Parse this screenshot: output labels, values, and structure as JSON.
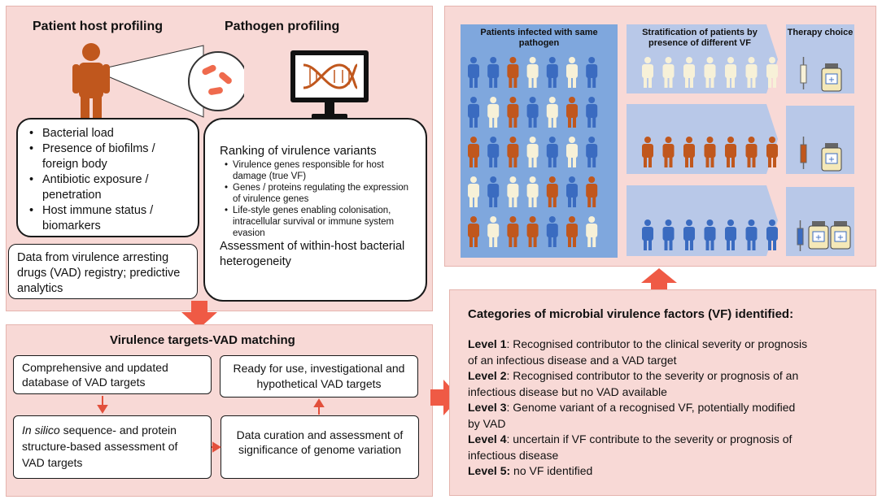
{
  "left_panel": {
    "patient_heading": "Patient host profiling",
    "pathogen_heading": "Pathogen profiling",
    "host_items": [
      "Bacterial load",
      "Presence of biofilms / foreign body",
      "Antibiotic exposure / penetration",
      "Host immune status / biomarkers"
    ],
    "vad_data_text": "Data from virulence arresting drugs (VAD) registry; predictive analytics",
    "ranking_title": "Ranking of virulence variants",
    "ranking_items": [
      "Virulence genes responsible for host damage (true VF)",
      "Genes / proteins regulating the expression of virulence genes",
      "Life-style genes enabling colonisation, intracellular survival or immune system evasion"
    ],
    "assessment_text": "Assessment  of within-host bacterial heterogeneity"
  },
  "matching_panel": {
    "title": "Virulence targets-VAD matching",
    "box_database": "Comprehensive and updated database of VAD targets",
    "box_insilico_italic": "In silico",
    "box_insilico_rest": " sequence- and protein structure-based assessment of VAD targets",
    "box_curation": "Data curation and assessment of significance of genome variation",
    "box_ready": "Ready for use, investigational and hypothetical VAD targets"
  },
  "right_panel": {
    "col1_title": "Patients infected with same pathogen",
    "col2_title": "Stratification of patients by presence of different VF",
    "col3_title": "Therapy choice",
    "grid_colors": [
      [
        "blue",
        "blue",
        "orange",
        "cream",
        "blue",
        "cream",
        "blue"
      ],
      [
        "blue",
        "cream",
        "orange",
        "blue",
        "cream",
        "orange",
        "blue"
      ],
      [
        "orange",
        "blue",
        "orange",
        "cream",
        "blue",
        "cream",
        "blue"
      ],
      [
        "cream",
        "blue",
        "cream",
        "cream",
        "orange",
        "blue",
        "orange"
      ],
      [
        "orange",
        "cream",
        "orange",
        "orange",
        "blue",
        "orange",
        "cream"
      ]
    ],
    "strata_colors": [
      "cream",
      "orange",
      "blue"
    ]
  },
  "categories_panel": {
    "title": "Categories of microbial virulence factors (VF) identified:",
    "levels": [
      {
        "label": "Level 1",
        "text": ": Recognised contributor to the clinical severity or prognosis",
        "text2": "of an infectious disease and a VAD target"
      },
      {
        "label": "Level 2",
        "text": ": Recognised contributor to the severity or prognosis of an",
        "text2": "infectious disease but no VAD available"
      },
      {
        "label": "Level 3",
        "text": ": Genome variant of a recognised VF, potentially modified",
        "text2": "by VAD"
      },
      {
        "label": "Level 4",
        "text": ": uncertain if VF contribute to the severity or prognosis of",
        "text2": "infectious disease"
      },
      {
        "label": "Level 5:",
        "text": " no VF identified",
        "text2": ""
      }
    ]
  },
  "colors": {
    "panel_pink": "#f8d9d6",
    "arrow_red": "#ef5a45",
    "figure_blue": "#3a6bc0",
    "figure_orange": "#c0571d",
    "figure_cream": "#f7f1d8",
    "grid_bg": "#7fa7dd"
  }
}
